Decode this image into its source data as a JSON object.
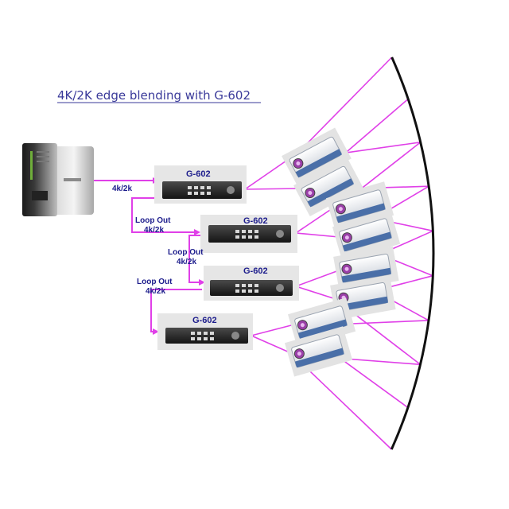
{
  "title": "4K/2K edge blending with G-602",
  "colors": {
    "signal": "#e040e8",
    "arc": "#111111",
    "label": "#1c1c8c",
    "title": "#3a3a9a"
  },
  "source": {
    "name": "media-server-tower",
    "output_label": "4k/2k"
  },
  "units": [
    {
      "label": "G-602"
    },
    {
      "label": "G-602"
    },
    {
      "label": "G-602"
    },
    {
      "label": "G-602"
    }
  ],
  "links": [
    {
      "line1": "Loop Out",
      "line2": "4k/2k"
    },
    {
      "line1": "Loop Out",
      "line2": "4k/2k"
    },
    {
      "line1": "Loop Out",
      "line2": "4k/2k"
    }
  ],
  "projector_count": 8
}
